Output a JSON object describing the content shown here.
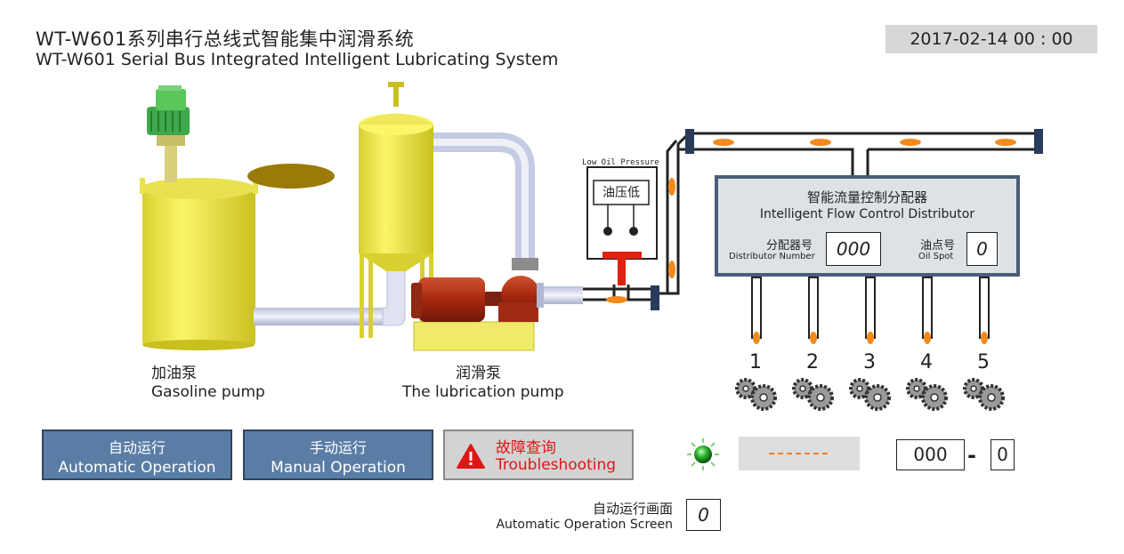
{
  "header": {
    "title_cn": "WT-W601系列串行总线式智能集中润滑系统",
    "title_en": "WT-W601 Serial Bus Integrated Intelligent Lubricating System",
    "datetime": "2017-02-14  00 : 00"
  },
  "equipment": {
    "gasoline_pump_cn": "加油泵",
    "gasoline_pump_en": "Gasoline pump",
    "lube_pump_cn": "润滑泵",
    "lube_pump_en": "The lubrication pump",
    "pressure_switch_label": "Low Oil Pressure",
    "pressure_switch_cn": "油压低"
  },
  "distributor": {
    "title_cn": "智能流量控制分配器",
    "title_en": "Intelligent Flow Control Distributor",
    "number_label_cn": "分配器号",
    "number_label_en": "Distributor Number",
    "number_value": "000",
    "spot_label_cn": "油点号",
    "spot_label_en": "Oil Spot",
    "spot_value": "0",
    "outlets": [
      "1",
      "2",
      "3",
      "4",
      "5"
    ]
  },
  "controls": {
    "auto_cn": "自动运行",
    "auto_en": "Automatic Operation",
    "manual_cn": "手动运行",
    "manual_en": "Manual Operation",
    "trouble_cn": "故障查询",
    "trouble_en": "Troubleshooting"
  },
  "status": {
    "message": "-------",
    "error_distributor": "000",
    "error_dash": "-",
    "error_spot": "0",
    "indicator_color": "#2fb12f"
  },
  "footer": {
    "screen_cn": "自动运行画面",
    "screen_en": "Automatic Operation Screen",
    "screen_value": "0"
  },
  "colors": {
    "tank_yellow": "#f4ec4c",
    "pump_red": "#b4301a",
    "button_blue": "#5a7da6",
    "oil_drop": "#f28a1c",
    "pipe": "#222222"
  }
}
